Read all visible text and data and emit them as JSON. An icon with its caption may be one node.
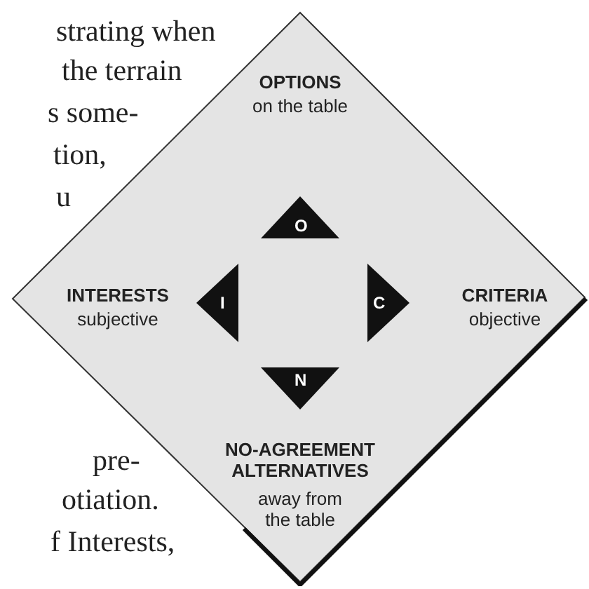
{
  "diagram": {
    "nodes": [
      {
        "text": [
          "OPTIONS",
          "on the table",
          "INTERESTS",
          "subjective",
          "CRITERIA",
          "objective",
          "NO-AGREEMENT ALTERNATIVES",
          "away from the table"
        ]
      },
      {
        "text": [
          "O"
        ],
        "in": 0
      },
      {
        "text": [
          "I"
        ],
        "in": 0
      },
      {
        "text": [
          "C"
        ],
        "in": 0
      },
      {
        "text": [
          "N"
        ],
        "in": 0
      }
    ],
    "edges": [],
    "labels": [
      "strating when",
      "the terrain",
      "s some-",
      "tion,",
      "u",
      "pre-",
      "otiation.",
      "f Interests,"
    ]
  }
}
